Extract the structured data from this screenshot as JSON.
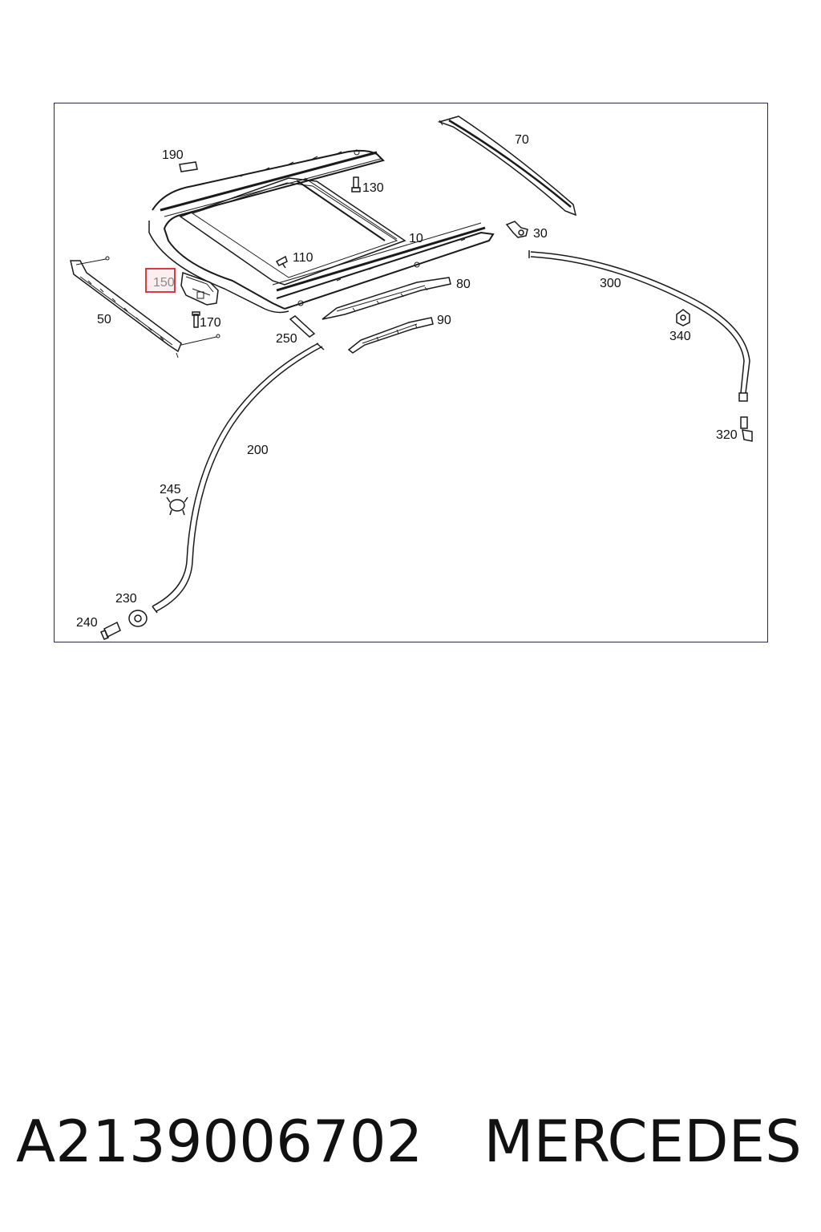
{
  "diagram": {
    "highlighted_part": "150",
    "callouts": {
      "p10": "10",
      "p30": "30",
      "p50": "50",
      "p70": "70",
      "p80": "80",
      "p90": "90",
      "p110": "110",
      "p130": "130",
      "p150": "150",
      "p170": "170",
      "p190": "190",
      "p200": "200",
      "p230": "230",
      "p240": "240",
      "p245": "245",
      "p250": "250",
      "p300": "300",
      "p320": "320",
      "p340": "340"
    }
  },
  "caption": {
    "part_number": "A2139006702",
    "brand": "MERCEDES"
  },
  "colors": {
    "line": "#1a1a1a",
    "frame": "#2a2a40",
    "highlight_border": "#d9262b",
    "highlight_text": "#8a8a8a"
  }
}
